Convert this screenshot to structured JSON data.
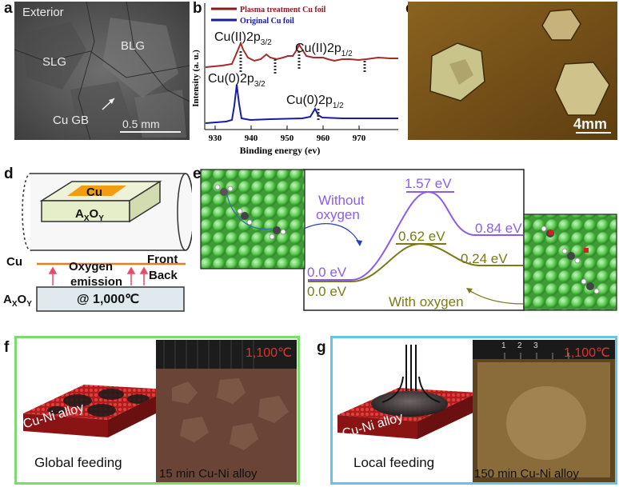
{
  "panels": {
    "a": {
      "letter": "a",
      "exterior": "Exterior",
      "slg": "SLG",
      "blg": "BLG",
      "cu_gb": "Cu GB",
      "scale": "0.5 mm"
    },
    "b": {
      "letter": "b",
      "legend": [
        "Plasma treatment Cu foil",
        "Original Cu foil"
      ],
      "ylabel": "Intensity (a. u.)",
      "xlabel": "Binding energy (ev)",
      "ticks": [
        "930",
        "940",
        "950",
        "960",
        "970"
      ],
      "peaks": {
        "cu2_p32_main": "Cu(II)2p",
        "cu2_p32_sub": "3/2",
        "cu2_p12_main": "Cu(II)2p",
        "cu2_p12_sub": "1/2",
        "cu0_p32_main": "Cu(0)2p",
        "cu0_p32_sub": "3/2",
        "cu0_p12_main": "Cu(0)2p",
        "cu0_p12_sub": "1/2"
      }
    },
    "c": {
      "letter": "c",
      "scale": "4mm"
    },
    "d": {
      "letter": "d",
      "cu_box": "Cu",
      "axoy_main": "A",
      "axoy_x": "X",
      "axoy_o": "O",
      "axoy_y": "Y",
      "cu_line": "Cu",
      "oxygen_line1": "Oxygen",
      "oxygen_line2": "emission",
      "front": "Front",
      "back": "Back",
      "temp": "@ 1,000℃",
      "colors": {
        "cu": "#f39c12",
        "substrate": "#e6edc9",
        "line": "#e67e22"
      }
    },
    "e": {
      "letter": "e",
      "without_line1": "Without",
      "without_line2": "oxygen",
      "with_oxygen": "With oxygen",
      "energies": {
        "a_start": "0.0 eV",
        "a_peak": "1.57 eV",
        "a_end": "0.84 eV",
        "b_start": "0.0 eV",
        "b_peak": "0.62 eV",
        "b_end": "0.24 eV"
      },
      "colors": {
        "without": "#8c5cf0",
        "with": "#7a7a18"
      }
    },
    "f": {
      "letter": "f",
      "temp": "1,100℃",
      "alloy": "Cu-Ni alloy",
      "feeding": "Global feeding",
      "photo_label": "15 min  Cu-Ni alloy",
      "border": "#7ddc6e"
    },
    "g": {
      "letter": "g",
      "temp": "1,100℃",
      "alloy": "Cu-Ni alloy",
      "feeding": "Local feeding",
      "photo_label": "150 min Cu-Ni alloy",
      "ruler": [
        "1",
        "2",
        "3"
      ],
      "border": "#67c3e6"
    }
  }
}
